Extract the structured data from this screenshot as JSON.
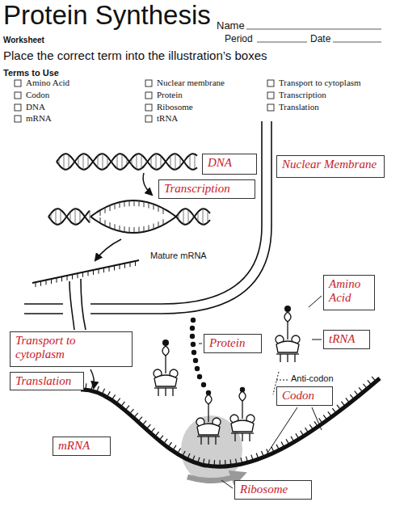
{
  "diagram": {
    "title": "Protein Synthesis",
    "nodes": [
      {
        "text": [
          "DNA"
        ]
      },
      {
        "text": [
          "Nuclear Membrane"
        ]
      },
      {
        "text": [
          "Transcription"
        ]
      },
      {
        "text": [
          "Amino Acid"
        ]
      },
      {
        "text": [
          "Transport to cytoplasm"
        ]
      },
      {
        "text": [
          "Protein"
        ]
      },
      {
        "text": [
          "tRNA"
        ]
      },
      {
        "text": [
          "Translation"
        ]
      },
      {
        "text": [
          "Codon"
        ]
      },
      {
        "text": [
          "mRNA"
        ]
      },
      {
        "text": [
          "Ribosome"
        ]
      }
    ],
    "labels": [
      "Name",
      "Period",
      "Date",
      "Worksheet",
      "Place the correct term into the illustration’s boxes",
      "Terms to Use",
      "Amino Acid",
      "Codon",
      "DNA",
      "mRNA",
      "Nuclear membrane",
      "Protein",
      "Ribosome",
      "tRNA",
      "Transport to cytoplasm",
      "Transcription",
      "Translation",
      "Mature mRNA",
      "Anti-codon"
    ]
  }
}
